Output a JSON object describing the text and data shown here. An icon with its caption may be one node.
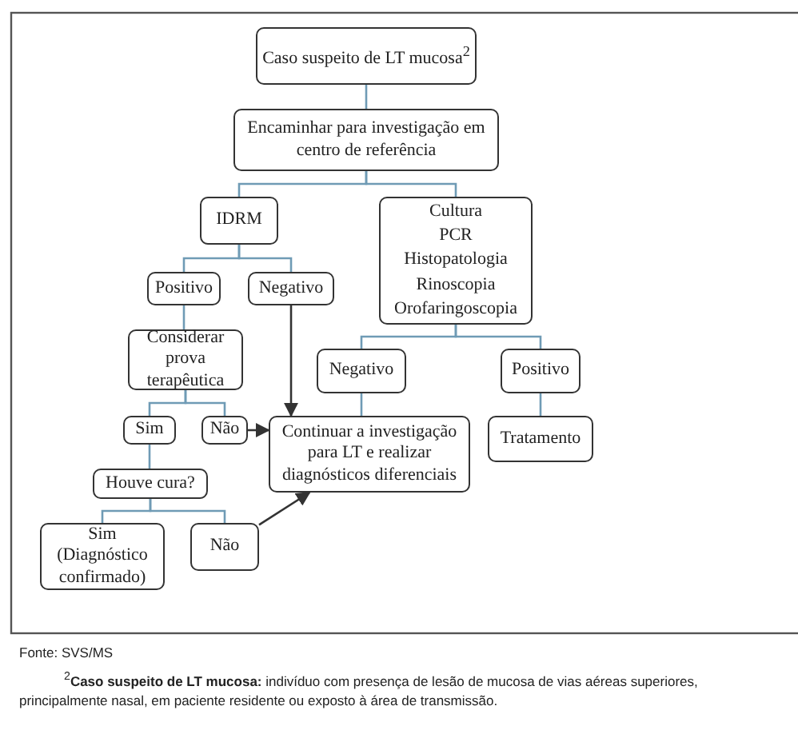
{
  "diagram": {
    "nodes": [
      {
        "text": [
          "Caso suspeito de LT mucosa$^{2}$"
        ]
      },
      {
        "text": [
          "Encaminhar para investigação em centro de referência"
        ]
      },
      {
        "text": [
          "IDRM"
        ]
      },
      {
        "text": [
          "Cultura",
          "PCR",
          "Histopatologia",
          "Rinoscopia",
          "Orofaringoscopia"
        ]
      },
      {
        "text": [
          "Positivo"
        ]
      },
      {
        "text": [
          "Negativo"
        ]
      },
      {
        "text": [
          "Considerar prova terapêutica"
        ]
      },
      {
        "text": [
          "Negativo"
        ]
      },
      {
        "text": [
          "Positivo"
        ]
      },
      {
        "text": [
          "Sim"
        ]
      },
      {
        "text": [
          "Não"
        ]
      },
      {
        "text": [
          "Continuar a investigação para LT e realizar diagnósticos diferenciais"
        ]
      },
      {
        "text": [
          "Tratamento"
        ]
      },
      {
        "text": [
          "Houve cura?"
        ]
      },
      {
        "text": [
          "Sim (Diagnóstico confirmado)"
        ]
      },
      {
        "text": [
          "Não"
        ]
      }
    ],
    "edges": [
      {
        "from": 0,
        "to": 1,
        "arrow": "none"
      },
      {
        "from": 1,
        "to": 2,
        "arrow": "none"
      },
      {
        "from": 1,
        "to": 3,
        "arrow": "none"
      },
      {
        "from": 2,
        "to": 4,
        "arrow": "none"
      },
      {
        "from": 2,
        "to": 5,
        "arrow": "none"
      },
      {
        "from": 3,
        "to": 7,
        "arrow": "none"
      },
      {
        "from": 3,
        "to": 8,
        "arrow": "none"
      },
      {
        "from": 4,
        "to": 6,
        "arrow": "none"
      },
      {
        "from": 6,
        "to": 9,
        "arrow": "none"
      },
      {
        "from": 6,
        "to": 10,
        "arrow": "none"
      },
      {
        "from": 7,
        "to": 11,
        "arrow": "none"
      },
      {
        "from": 8,
        "to": 12,
        "arrow": "none"
      },
      {
        "from": 9,
        "to": 13,
        "arrow": "none"
      },
      {
        "from": 13,
        "to": 14,
        "arrow": "none"
      },
      {
        "from": 13,
        "to": 15,
        "arrow": "none"
      },
      {
        "from": 5,
        "to": 11,
        "arrow": "to",
        "color": "#333333"
      },
      {
        "from": 10,
        "to": 11,
        "arrow": "to",
        "color": "#333333"
      },
      {
        "from": 15,
        "to": 11,
        "arrow": "to",
        "color": "#333333"
      }
    ],
    "labels": [
      "Fonte: SVS/MS",
      "$^{2}$**Caso suspeito de LT mucosa:** indivíduo com presença de lesão de mucosa de vias aéreas superiores, principalmente nasal, em paciente residente ou exposto à área de transmissão."
    ]
  }
}
